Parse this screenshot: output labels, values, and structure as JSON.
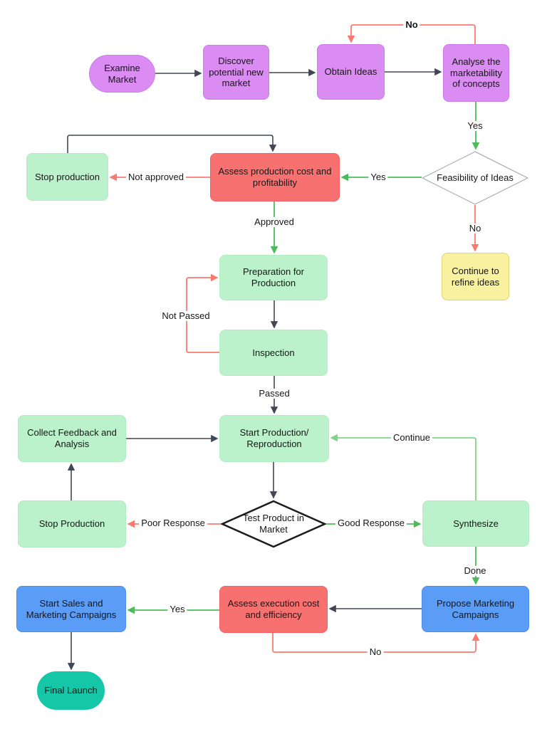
{
  "nodes": {
    "examine_market": {
      "label": "Examine Market"
    },
    "discover_market": {
      "label": "Discover potential new market"
    },
    "obtain_ideas": {
      "label": "Obtain Ideas"
    },
    "analyse_marketability": {
      "label": "Analyse the marketability of concepts"
    },
    "feasibility_of_ideas": {
      "label": "Feasibility of Ideas"
    },
    "continue_refine_ideas": {
      "label": "Continue to refine ideas"
    },
    "assess_production_cost": {
      "label": "Assess production cost and profitability"
    },
    "stop_production_top": {
      "label": "Stop production"
    },
    "preparation_for_production": {
      "label": "Preparation for Production"
    },
    "inspection": {
      "label": "Inspection"
    },
    "start_production": {
      "label": "Start Production/ Reproduction"
    },
    "collect_feedback": {
      "label": "Collect Feedback and Analysis"
    },
    "test_product_in_market": {
      "label": "Test Product in Market"
    },
    "stop_production_bottom": {
      "label": "Stop Production"
    },
    "synthesize": {
      "label": "Synthesize"
    },
    "propose_marketing": {
      "label": "Propose Marketing Campaigns"
    },
    "assess_execution_cost": {
      "label": "Assess execution cost and efficiency"
    },
    "start_sales": {
      "label": "Start Sales and Marketing Campaigns"
    },
    "final_launch": {
      "label": "Final Launch"
    }
  },
  "edge_labels": {
    "no_top": "No",
    "yes_marketability": "Yes",
    "yes_feasibility": "Yes",
    "no_feasibility": "No",
    "not_approved": "Not approved",
    "approved": "Approved",
    "not_passed": "Not Passed",
    "passed": "Passed",
    "continue": "Continue",
    "good_response": "Good Response",
    "poor_response": "Poor Response",
    "done": "Done",
    "yes_execution": "Yes",
    "no_execution": "No"
  },
  "colors": {
    "purple_fill": "#DA8CF2",
    "green_fill": "#BCF2CB",
    "red_fill": "#F87171",
    "yellow_fill": "#F8F1A0",
    "blue_fill": "#5B9CF6",
    "teal_fill": "#16C7A7",
    "diamond_fill": "#FFFFFF",
    "black_arrow": "#404756",
    "green_arrow": "#4CBB5A",
    "light_green_arrow": "#7FD486",
    "red_arrow": "#FA7A70"
  }
}
